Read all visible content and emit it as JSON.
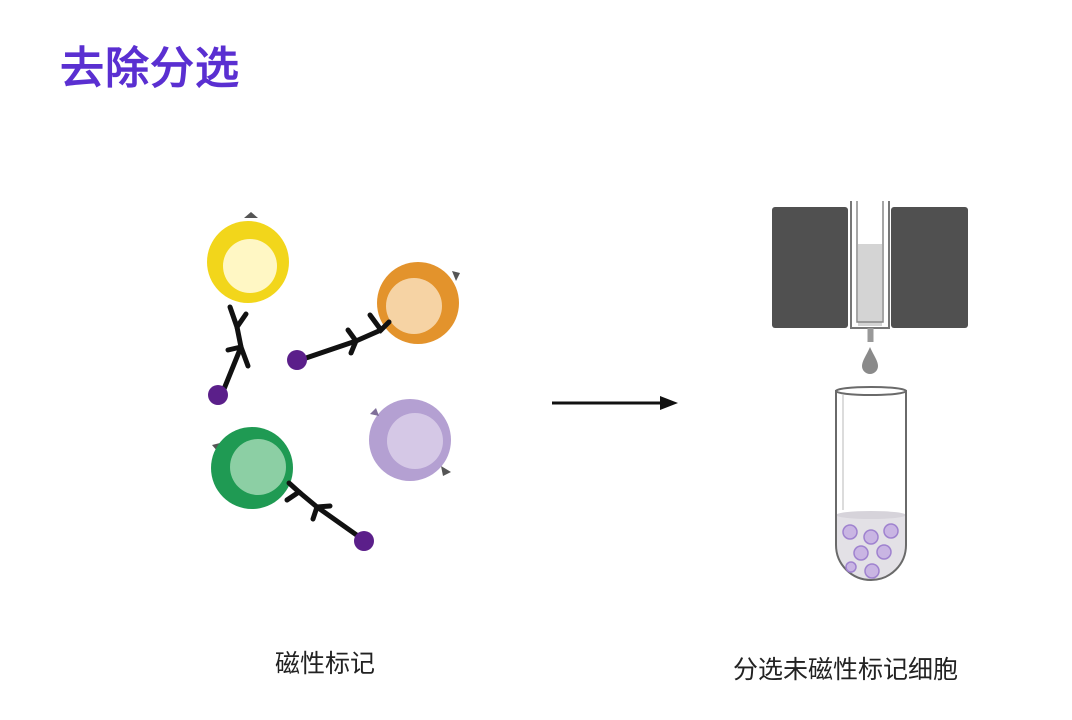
{
  "slide": {
    "title": "去除分选",
    "title_color": "#5a2fd1"
  },
  "left_panel": {
    "caption": "磁性标记",
    "cells": [
      {
        "name": "yellow-cell",
        "outer": "#f2d61b",
        "inner": "#fff7c4",
        "labeled": true
      },
      {
        "name": "orange-cell",
        "outer": "#e3932c",
        "inner": "#f6d3a4",
        "labeled": true
      },
      {
        "name": "green-cell",
        "outer": "#1f9a53",
        "inner": "#8ccfa4",
        "labeled": true
      },
      {
        "name": "purple-cell",
        "outer": "#b4a0d2",
        "inner": "#d5c8e6",
        "labeled": false
      }
    ],
    "bead_color": "#5b1f8a",
    "antibody_color": "#111111"
  },
  "arrow": {
    "color": "#111111"
  },
  "right_panel": {
    "caption": "分选未磁性标记细胞",
    "magnet_color": "#505050",
    "tube_cell_color": "#c9b5e3"
  }
}
